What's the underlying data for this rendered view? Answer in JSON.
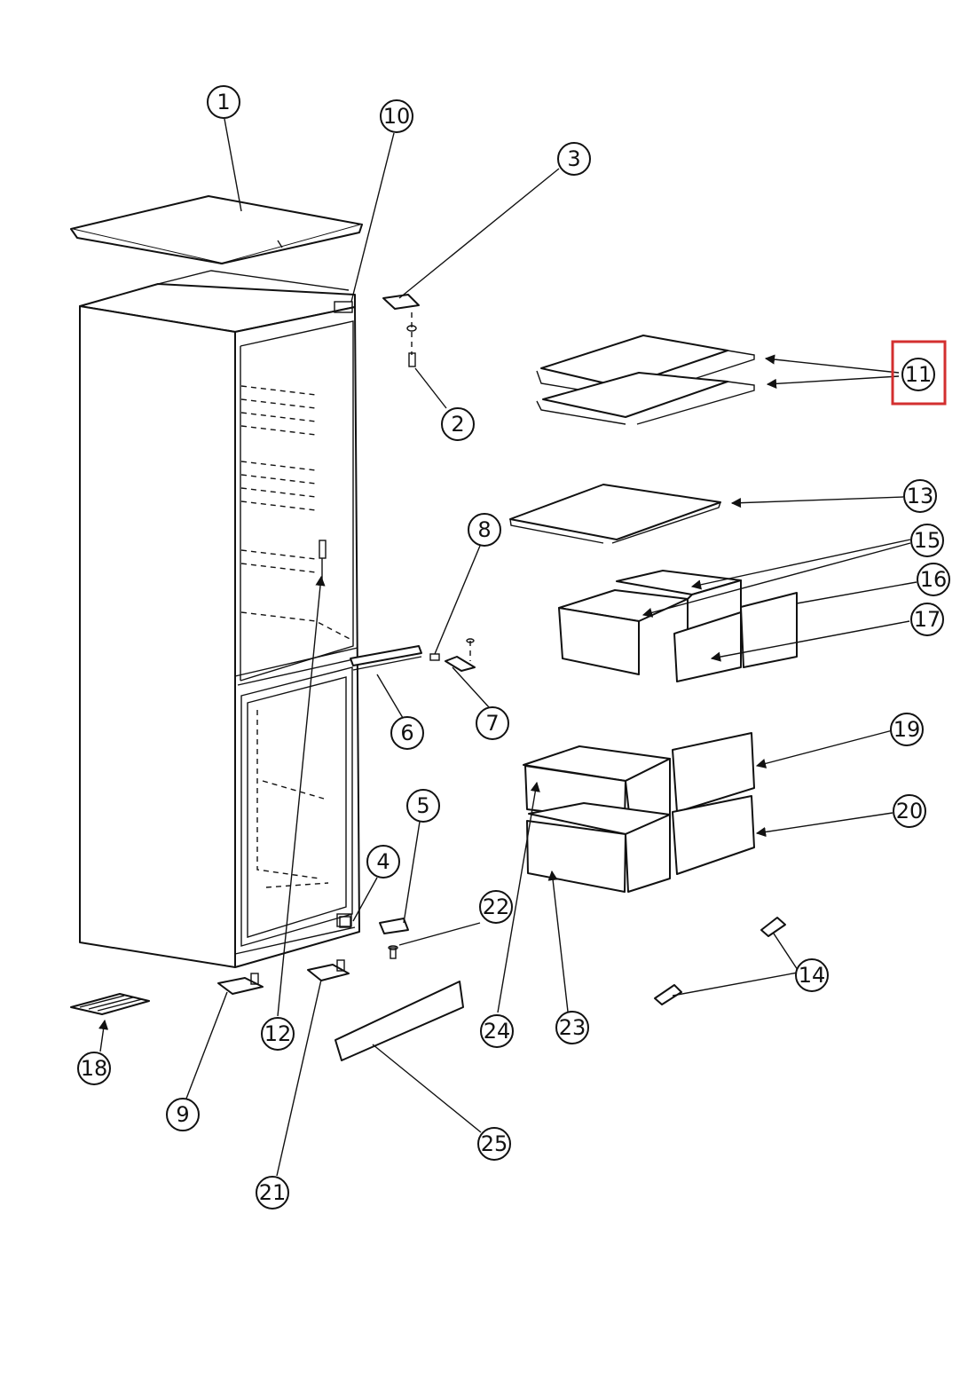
{
  "diagram": {
    "callouts": [
      {
        "id": "1",
        "label": "1"
      },
      {
        "id": "2",
        "label": "2"
      },
      {
        "id": "3",
        "label": "3"
      },
      {
        "id": "4",
        "label": "4"
      },
      {
        "id": "5",
        "label": "5"
      },
      {
        "id": "6",
        "label": "6"
      },
      {
        "id": "7",
        "label": "7"
      },
      {
        "id": "8",
        "label": "8"
      },
      {
        "id": "9",
        "label": "9"
      },
      {
        "id": "10",
        "label": "10"
      },
      {
        "id": "11",
        "label": "11"
      },
      {
        "id": "12",
        "label": "12"
      },
      {
        "id": "13",
        "label": "13"
      },
      {
        "id": "14",
        "label": "14"
      },
      {
        "id": "15",
        "label": "15"
      },
      {
        "id": "16",
        "label": "16"
      },
      {
        "id": "17",
        "label": "17"
      },
      {
        "id": "18",
        "label": "18"
      },
      {
        "id": "19",
        "label": "19"
      },
      {
        "id": "20",
        "label": "20"
      },
      {
        "id": "21",
        "label": "21"
      },
      {
        "id": "22",
        "label": "22"
      },
      {
        "id": "23",
        "label": "23"
      },
      {
        "id": "24",
        "label": "24"
      },
      {
        "id": "25",
        "label": "25"
      }
    ],
    "highlighted_callout": "11",
    "highlight_color": "#d32f2f",
    "line_color": "#111111"
  }
}
